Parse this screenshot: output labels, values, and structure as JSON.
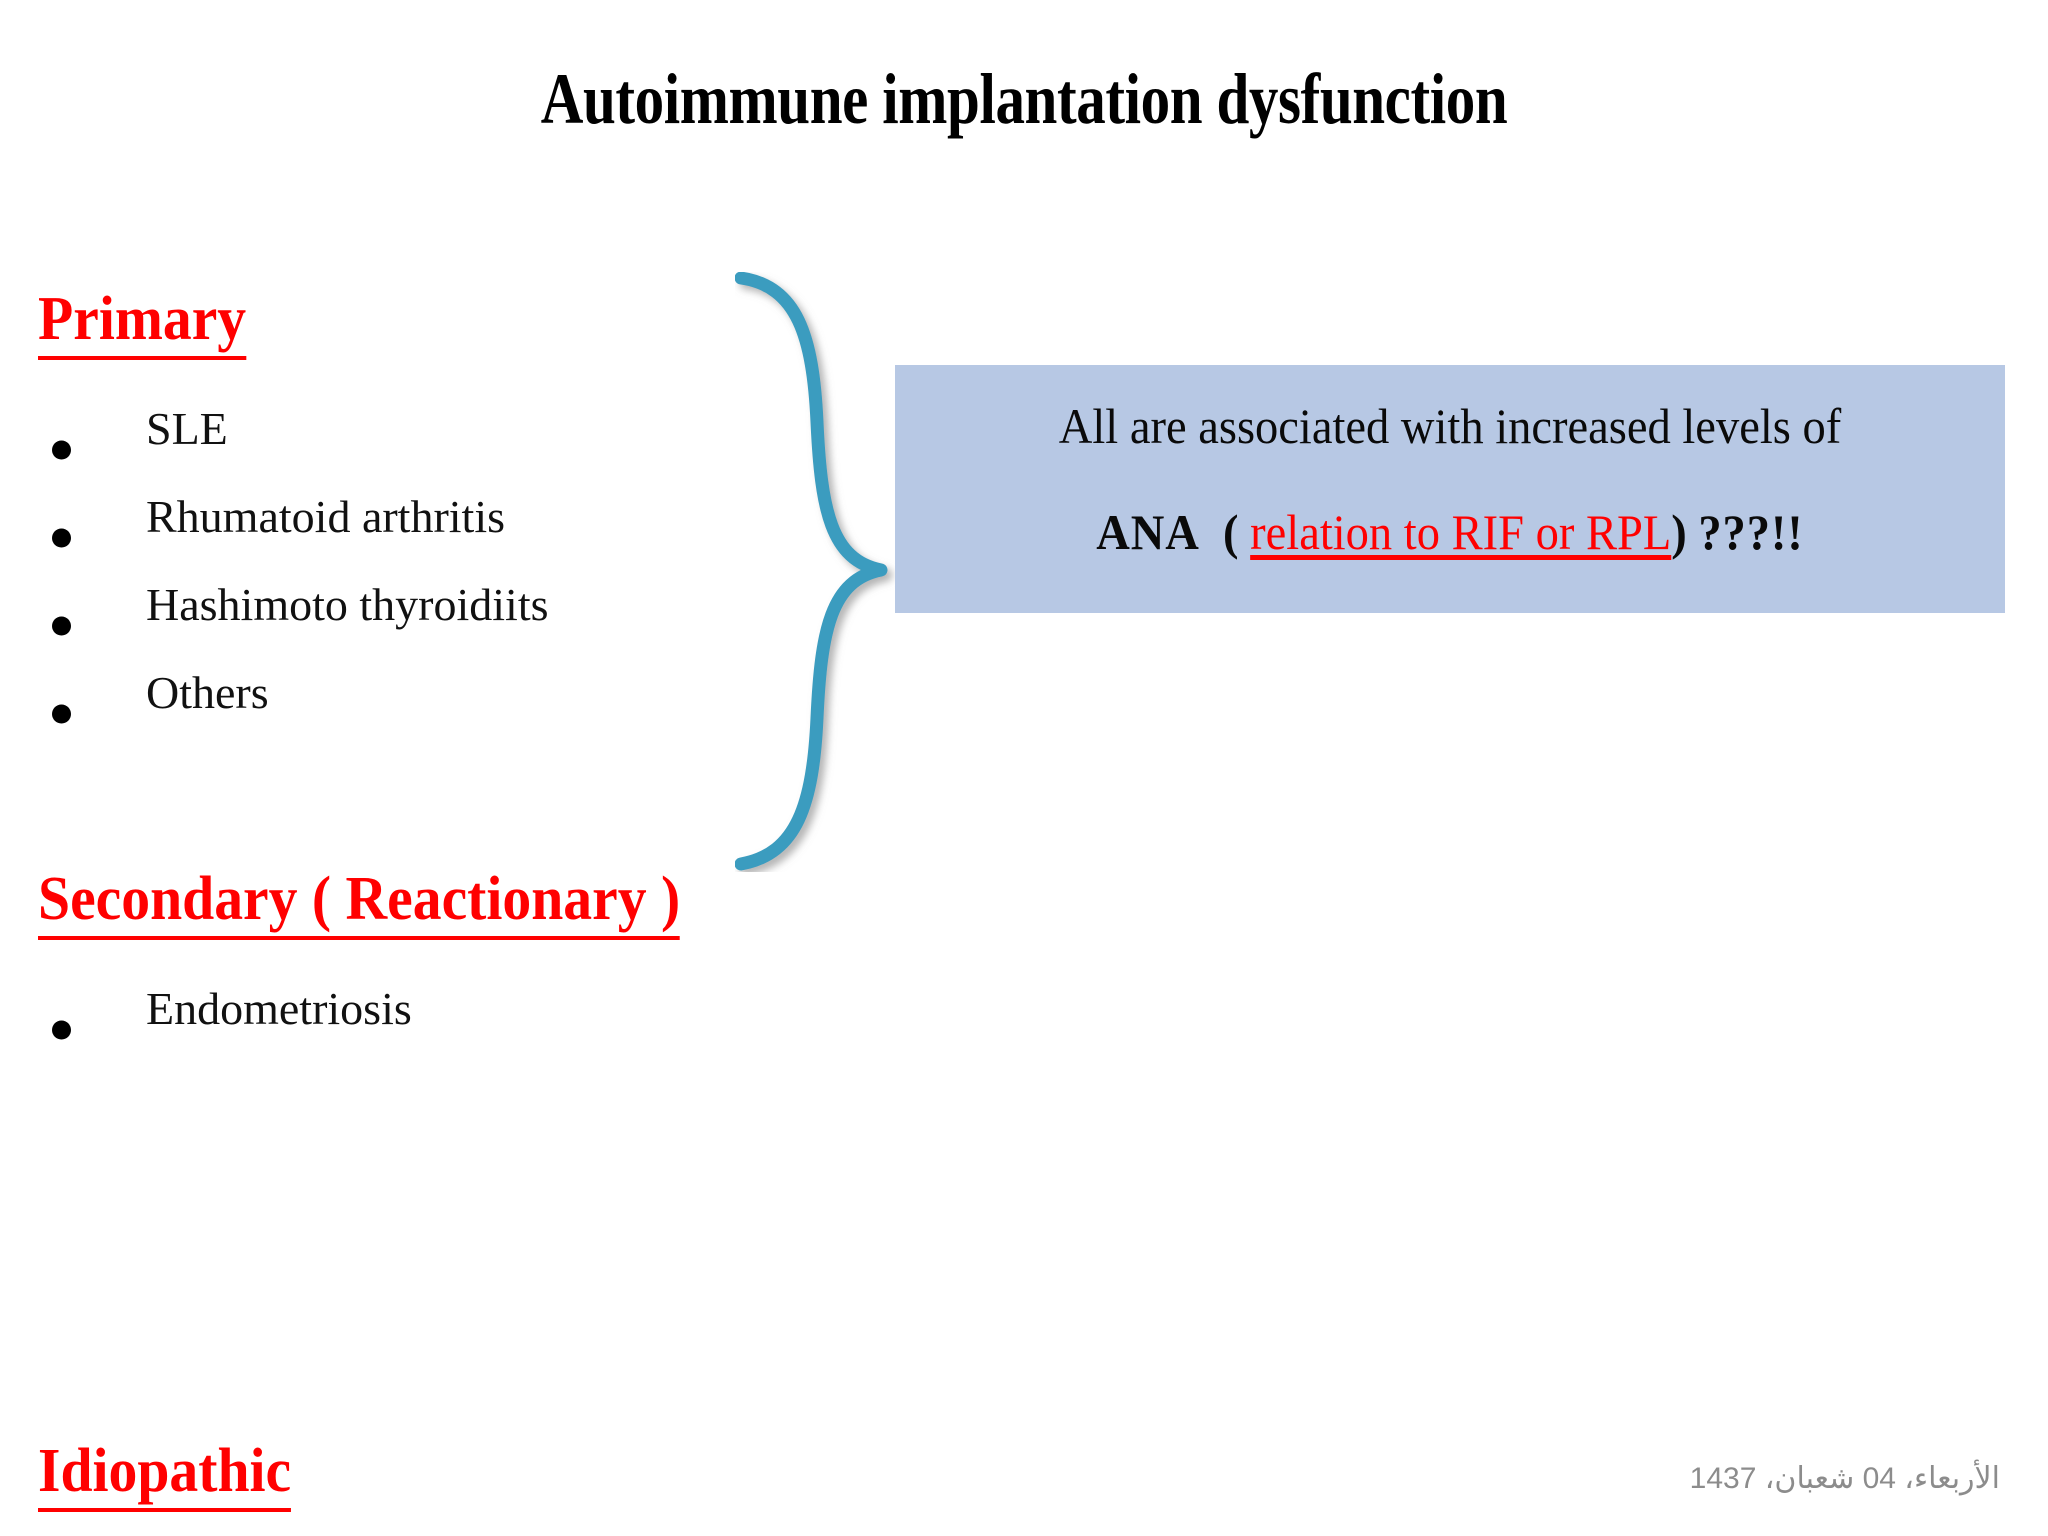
{
  "slide": {
    "title": "Autoimmune implantation dysfunction",
    "background_color": "#ffffff"
  },
  "colors": {
    "heading_red": "#FF0000",
    "callout_background": "#b7c8e4",
    "brace_teal": "#3a9cbf",
    "body_text": "#111111",
    "footer_gray": "#8c8c8c"
  },
  "left_column": {
    "sections": [
      {
        "heading": "Primary",
        "items": [
          "SLE",
          "Rhumatoid arthritis",
          "Hashimoto thyroidiits",
          "Others"
        ]
      },
      {
        "heading": "Secondary ( Reactionary )",
        "items": [
          "Endometriosis"
        ]
      },
      {
        "heading": "Idiopathic",
        "items": []
      }
    ]
  },
  "brace": {
    "icon": "curly-brace-right-icon",
    "color": "#3a9cbf"
  },
  "callout": {
    "line1": "All are associated with increased levels of",
    "line2_prefix": "ANA",
    "line2_open_paren": "(",
    "line2_link_text": "relation to RIF or RPL",
    "line2_close_paren": ")",
    "line2_marks": "???!!"
  },
  "footer": {
    "date": "الأربعاء، 04 شعبان، 1437"
  }
}
